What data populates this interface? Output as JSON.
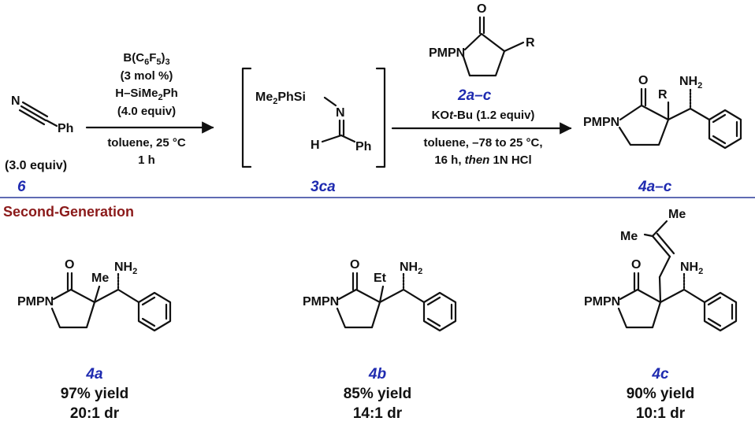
{
  "reaction": {
    "reactant1": {
      "atom_N": "N",
      "atom_Ph": "Ph",
      "equiv": "(3.0 equiv)",
      "label": "6"
    },
    "step1": {
      "reagent1_base": "B(C",
      "reagent1_sub1": "6",
      "reagent1_mid": "F",
      "reagent1_sub2": "5",
      "reagent1_end": ")",
      "reagent1_sub3": "3",
      "loading": "(3 mol %)",
      "silane_base": "H–SiMe",
      "silane_sub": "2",
      "silane_end": "Ph",
      "silane_equiv": "(4.0 equiv)",
      "solvent": "toluene, 25 °C",
      "time": "1 h"
    },
    "intermediate": {
      "silyl_base": "Me",
      "silyl_sub": "2",
      "silyl_end": "PhSi",
      "atom_N": "N",
      "atom_H": "H",
      "atom_Ph": "Ph",
      "label": "3ca"
    },
    "lactam": {
      "pmp": "PMPN",
      "oxygen": "O",
      "r_group": "R",
      "label": "2a–c"
    },
    "step2": {
      "base_a": "KO",
      "base_b": "t",
      "base_c": "-Bu (1.2 equiv)",
      "solvent": "toluene, –78 to 25 °C,",
      "time_a": "16 h, ",
      "time_b": "then",
      "time_c": " 1N HCl"
    },
    "product": {
      "pmp": "PMPN",
      "oxygen": "O",
      "r_group": "R",
      "amine_base": "NH",
      "amine_sub": "2",
      "label": "4a–c"
    }
  },
  "section_title": "Second-Generation",
  "examples": [
    {
      "pmp": "PMPN",
      "oxygen": "O",
      "substituent": "Me",
      "amine_base": "NH",
      "amine_sub": "2",
      "label": "4a",
      "yield": "97% yield",
      "dr": "20:1 dr"
    },
    {
      "pmp": "PMPN",
      "oxygen": "O",
      "substituent": "Et",
      "amine_base": "NH",
      "amine_sub": "2",
      "label": "4b",
      "yield": "85% yield",
      "dr": "14:1 dr"
    },
    {
      "pmp": "PMPN",
      "oxygen": "O",
      "prenyl_me1": "Me",
      "prenyl_me2": "Me",
      "amine_base": "NH",
      "amine_sub": "2",
      "label": "4c",
      "yield": "90% yield",
      "dr": "10:1 dr"
    }
  ],
  "colors": {
    "compound_label": "#1f2bb0",
    "section_title": "#8b1a1a",
    "divider": "#2a3a9a"
  }
}
